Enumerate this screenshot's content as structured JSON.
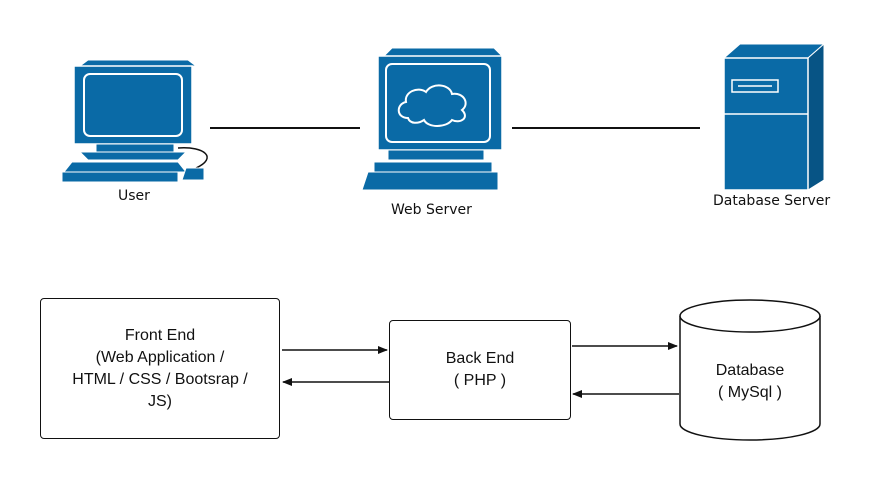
{
  "colors": {
    "icon_fill": "#0a6aa6",
    "icon_dark": "#075485",
    "line": "#111111"
  },
  "icons": {
    "user": "desktop-computer-icon",
    "web_server": "web-server-computer-icon",
    "database_server": "server-tower-icon"
  },
  "top_row": {
    "user_label": "User",
    "web_server_label": "Web Server",
    "database_server_label": "Database Server"
  },
  "bottom_row": {
    "front_end_lines": [
      "Front End",
      "(Web Application /",
      "HTML / CSS / Bootsrap /",
      "JS)"
    ],
    "back_end_lines": [
      "Back End",
      "( PHP )"
    ],
    "database_lines": [
      "Database",
      "( MySql )"
    ]
  }
}
